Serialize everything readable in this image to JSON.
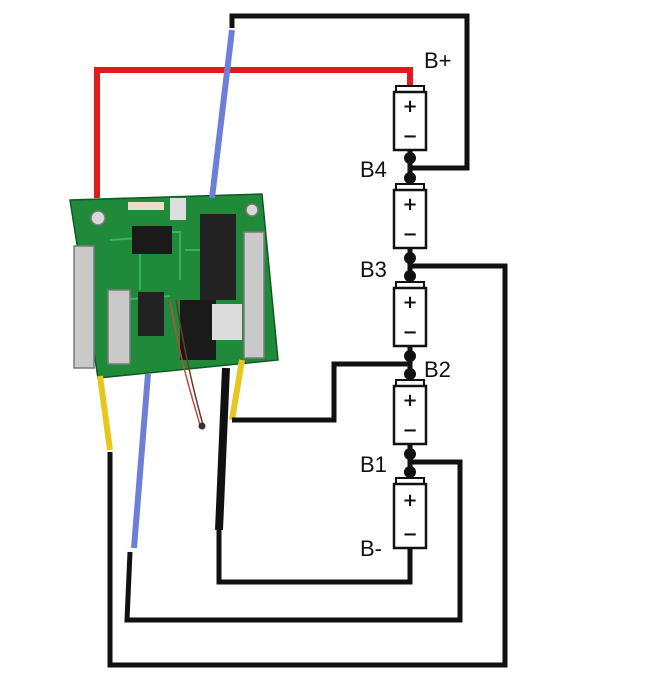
{
  "nodes": {
    "b_plus": "B+",
    "b4": "B4",
    "b3": "B3",
    "b2": "B2",
    "b1": "B1",
    "b_minus": "B-"
  },
  "cell": {
    "plus": "+",
    "minus": "−"
  },
  "colors": {
    "red_wire": "#e01b1b",
    "blue_wire": "#6f7fd8",
    "yellow_wire": "#e8c61e",
    "black_wire": "#111111",
    "board": "#1f8a3a"
  }
}
